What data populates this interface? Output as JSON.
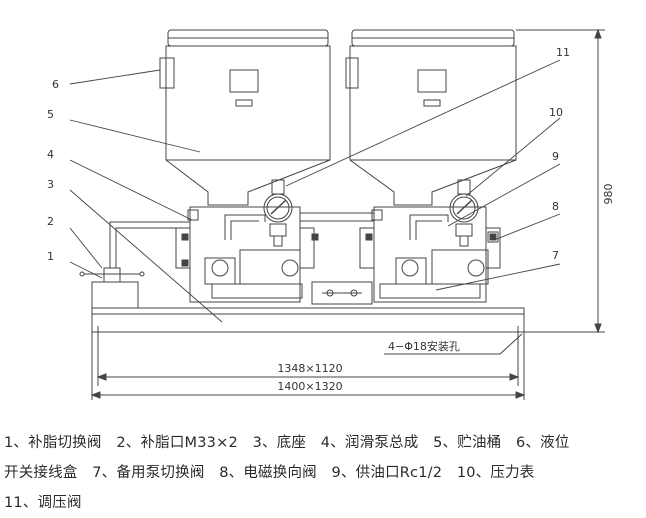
{
  "callouts": [
    "1",
    "2",
    "3",
    "4",
    "5",
    "6",
    "7",
    "8",
    "9",
    "10",
    "11"
  ],
  "dimensions": {
    "height": "980",
    "inner_footprint": "1348×1120",
    "outer_footprint": "1400×1320",
    "mounting_holes": "4−Φ18安装孔"
  },
  "legend_lines": [
    "1、补脂切换阀　2、补脂口M33×2　3、底座　4、润滑泵总成　5、贮油桶　6、液位",
    "开关接线盒　7、备用泵切换阀　8、电磁换向阀　9、供油口Rc1/2　10、压力表",
    "11、调压阀"
  ]
}
